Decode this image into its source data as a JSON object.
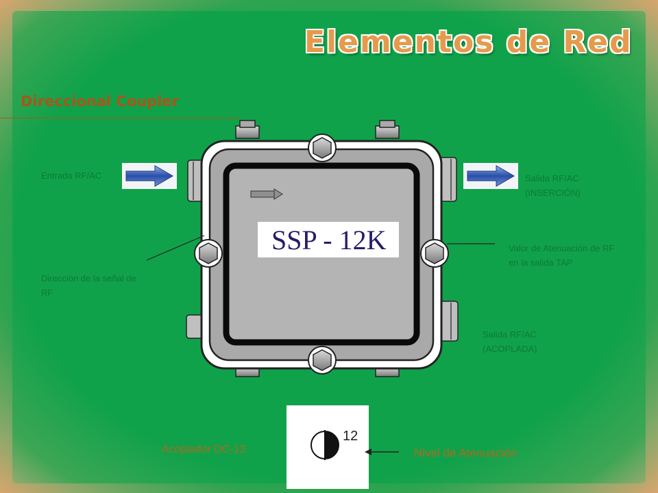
{
  "slide": {
    "title": "Elementos de Red",
    "subtitle": "Direccional Coupler"
  },
  "device": {
    "model_label": "SSP - 12K"
  },
  "labels": {
    "entrada": "Entrada RF/AC",
    "salida_insercion_1": "Salida RF/AC",
    "salida_insercion_2": "(INSERCIÓN)",
    "valor_atenuacion_1": "Valor de Atenuación de RF",
    "valor_atenuacion_2": "en la salida TAP",
    "direccion_1": "Dirección de la señal de",
    "direccion_2": "RF",
    "salida_acoplada_1": "Salida RF/AC",
    "salida_acoplada_2": "(ACOPLADA)"
  },
  "bottom": {
    "coupler_name": "Acoplador DC-12",
    "attenuation_label": "Nivel de Atenuación",
    "symbol_value": "12"
  },
  "colors": {
    "background_green": "#10a24a",
    "title_orange": "#e59a4c",
    "subtitle_brown": "#a9561a",
    "label_green": "#0d7a38",
    "arrow_blue": "#2a4fa8"
  },
  "icons": {
    "input_arrow": "arrow-right-icon",
    "output_arrow": "arrow-right-icon",
    "direction_arrow": "arrow-right-icon",
    "attenuation_symbol": "half-circle-icon"
  }
}
